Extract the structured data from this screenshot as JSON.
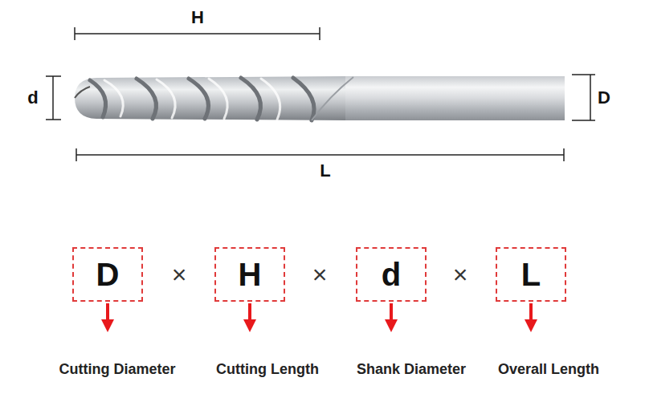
{
  "diagram": {
    "nodes": [
      {
        "text": [
          "D"
        ]
      },
      {
        "text": [
          "H"
        ]
      },
      {
        "text": [
          "d"
        ]
      },
      {
        "text": [
          "L"
        ]
      }
    ],
    "labels": [
      "H",
      "d",
      "D",
      "L",
      "×",
      "×",
      "×",
      "Cutting Diameter",
      "Cutting Length",
      "Shank Diameter",
      "Overall Length"
    ]
  }
}
